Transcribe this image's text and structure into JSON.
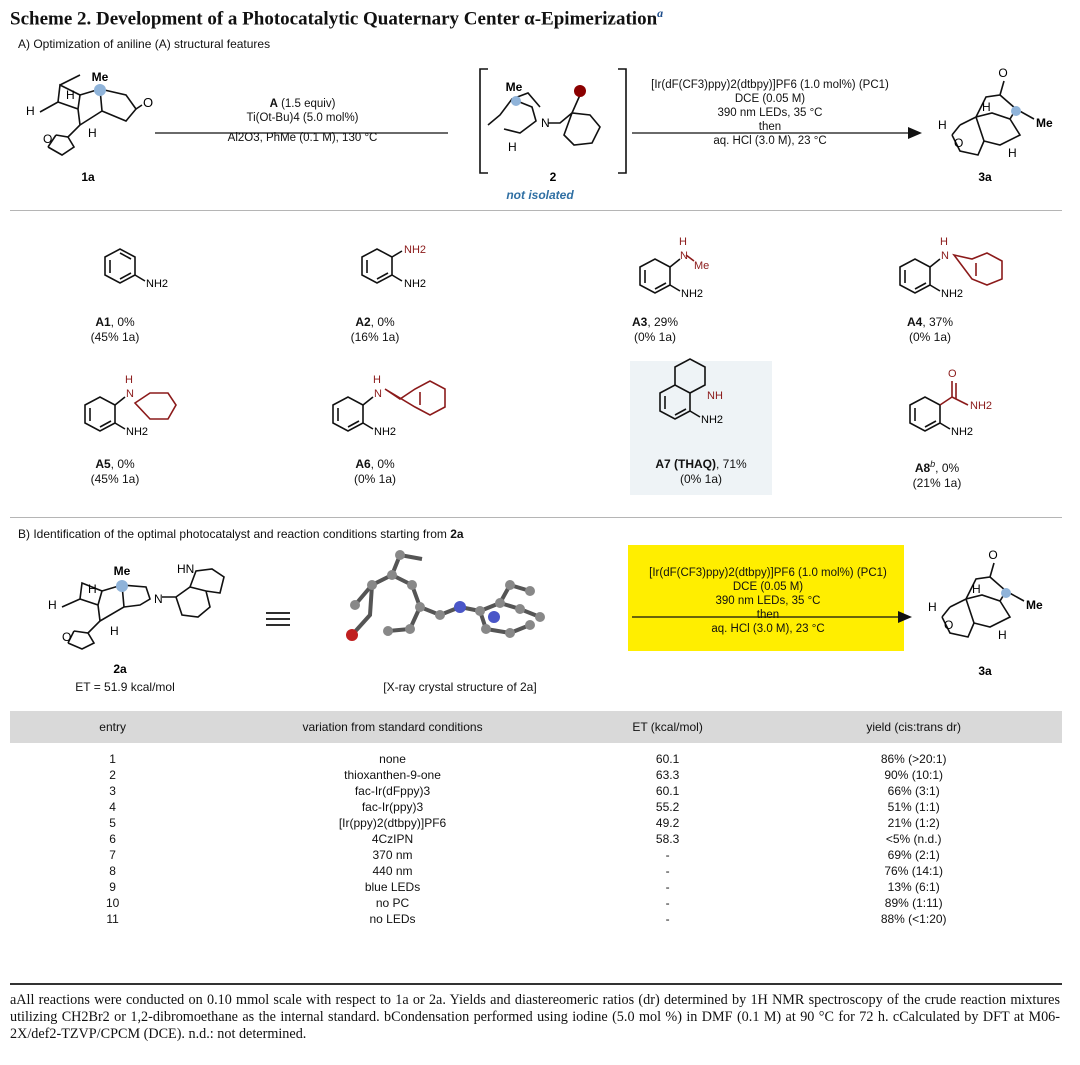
{
  "title": "Scheme 2. Development of a Photocatalytic Quaternary Center α-Epimerization",
  "title_sup": "a",
  "section_a": "A) Optimization of aniline (A) structural features",
  "section_b_pre": "B) Identification of the optimal photocatalyst and reaction conditions starting from ",
  "section_b_bold": "2a",
  "step1": {
    "line1_bold": "A",
    "line1_rest": " (1.5 equiv)",
    "line2": "Ti(Ot-Bu)4 (5.0 mol%)",
    "line3": "Al2O3, PhMe (0.1 M), 130 °C"
  },
  "step2": {
    "line1": "[Ir(dF(CF3)ppy)2(dtbpy)]PF6 (1.0 mol%) (PC1)",
    "line2": "DCE (0.05 M)",
    "line3": "390 nm LEDs, 35 °C",
    "line4": "then",
    "line5": "aq. HCl (3.0 M), 23 °C"
  },
  "compounds": {
    "c1a": "1a",
    "c2": "2",
    "c3a": "3a",
    "c2a": "2a",
    "c3a_b": "3a",
    "not_isolated": "not isolated"
  },
  "atoms": {
    "me": "Me",
    "h": "H",
    "o": "O",
    "n": "N",
    "nh2": "NH2",
    "nh": "NH",
    "hn": "HN"
  },
  "anilines": [
    {
      "id": "A1",
      "result": ", 0%",
      "sub": "(45% 1a)"
    },
    {
      "id": "A2",
      "result": ", 0%",
      "sub": "(16% 1a)"
    },
    {
      "id": "A3",
      "result": ", 29%",
      "sub": "(0% 1a)"
    },
    {
      "id": "A4",
      "result": ", 37%",
      "sub": "(0% 1a)"
    },
    {
      "id": "A5",
      "result": ", 0%",
      "sub": "(45% 1a)"
    },
    {
      "id": "A6",
      "result": ", 0%",
      "sub": "(0% 1a)"
    },
    {
      "id": "A7 (THAQ)",
      "result": ", 71%",
      "sub": "(0% 1a)"
    },
    {
      "id": "A8",
      "result": ", 0%",
      "sub": "(21% 1a)"
    }
  ],
  "et_2a": "ET = 51.9 kcal/mol",
  "xray_caption": "[X-ray crystal structure of 2a]",
  "table": {
    "headers": [
      "entry",
      "variation from standard conditions",
      "ET (kcal/mol)",
      "yield (cis:trans dr)"
    ],
    "rows": [
      [
        "1",
        "none",
        "60.1",
        "86% (>20:1)"
      ],
      [
        "2",
        "thioxanthen-9-one",
        "63.3",
        "90% (10:1)"
      ],
      [
        "3",
        "fac-Ir(dFppy)3",
        "60.1",
        "66% (3:1)"
      ],
      [
        "4",
        "fac-Ir(ppy)3",
        "55.2",
        "51% (1:1)"
      ],
      [
        "5",
        "[Ir(ppy)2(dtbpy)]PF6",
        "49.2",
        "21% (1:2)"
      ],
      [
        "6",
        "4CzIPN",
        "58.3",
        "<5% (n.d.)"
      ],
      [
        "7",
        "370 nm",
        "-",
        "69% (2:1)"
      ],
      [
        "8",
        "440 nm",
        "-",
        "76% (14:1)"
      ],
      [
        "9",
        "blue LEDs",
        "-",
        "13% (6:1)"
      ],
      [
        "10",
        "no PC",
        "-",
        "89% (1:11)"
      ],
      [
        "11",
        "no LEDs",
        "-",
        "88% (<1:20)"
      ]
    ]
  },
  "footnote": "aAll reactions were conducted on 0.10 mmol scale with respect to 1a or 2a. Yields and diastereomeric ratios (dr) determined by 1H NMR spectroscopy of the crude reaction mixtures utilizing CH2Br2 or 1,2-dibromoethane as the internal standard. bCondensation performed using iodine (5.0 mol %) in DMF (0.1 M) at 90 °C for 72 h. cCalculated by DFT at M06-2X/def2-TZVP/CPCM (DCE). n.d.: not determined."
}
